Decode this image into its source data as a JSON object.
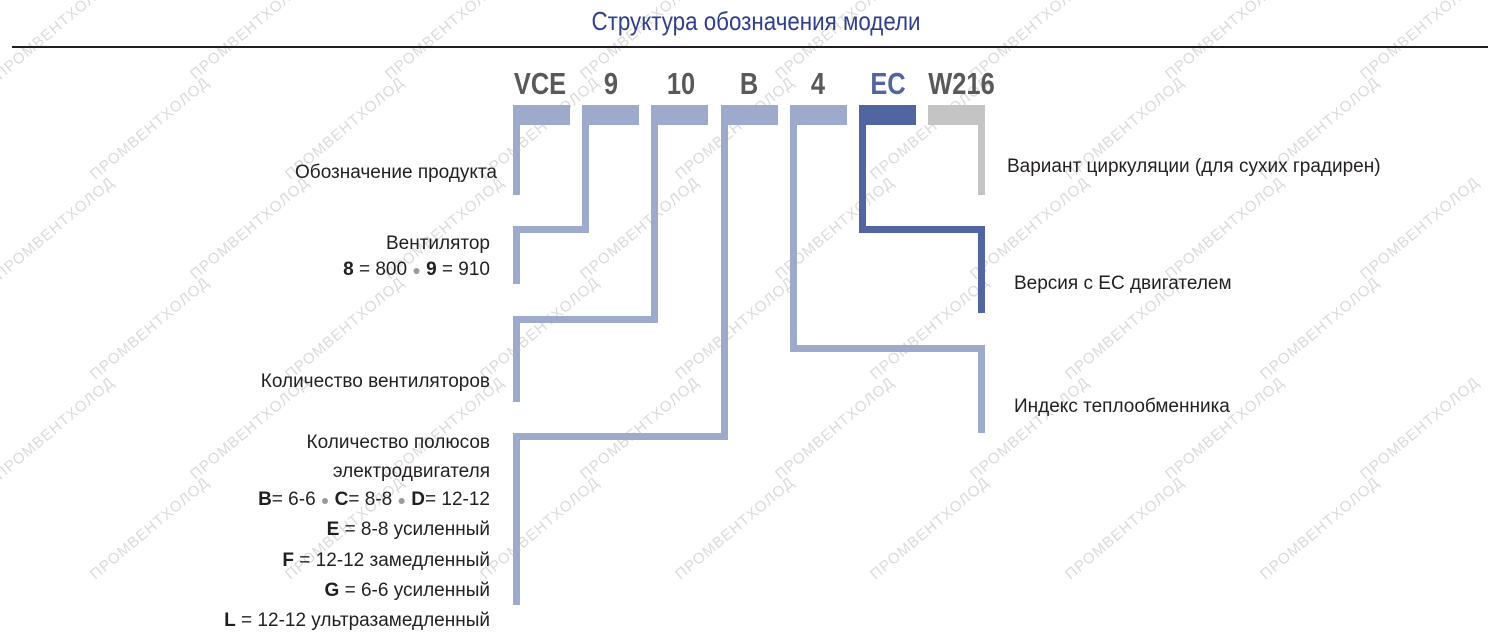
{
  "title": "Структура обозначения модели",
  "watermark": "ПРОМВЕНТХОЛОД",
  "colors": {
    "light": "#9eaacb",
    "ec": "#5166a0",
    "w216": "#c4c4c4",
    "title": "#2f3f8c",
    "code": "#59595b"
  },
  "codes": [
    "VCE",
    "9",
    "10",
    "B",
    "4",
    "EC",
    "W216"
  ],
  "labels": {
    "product": "Обозначение продукта",
    "fan": "Вентилятор",
    "fan_opts": {
      "a_key": "8",
      "a_val": "= 800",
      "b_key": "9",
      "b_val": "= 910"
    },
    "fan_count": "Количество вентиляторов",
    "poles_1": "Количество полюсов",
    "poles_2": "электродвигателя",
    "poles_opts": {
      "b_key": "B",
      "b_val": "= 6-6",
      "c_key": "C",
      "c_val": "= 8-8",
      "d_key": "D",
      "d_val": "= 12-12"
    },
    "poles_e": {
      "key": "E",
      "val": "= 8-8 усиленный"
    },
    "poles_f": {
      "key": "F",
      "val": " = 12-12 замедленный"
    },
    "poles_g": {
      "key": "G",
      "val": " = 6-6 усиленный"
    },
    "poles_l": {
      "key": "L",
      "val": " = 12-12 ультразамедленный"
    },
    "circulation": "Вариант циркуляции (для сухих градирен)",
    "ec_version": "Версия с ЕС двигателем",
    "hx_index": "Индекс теплообменника"
  }
}
